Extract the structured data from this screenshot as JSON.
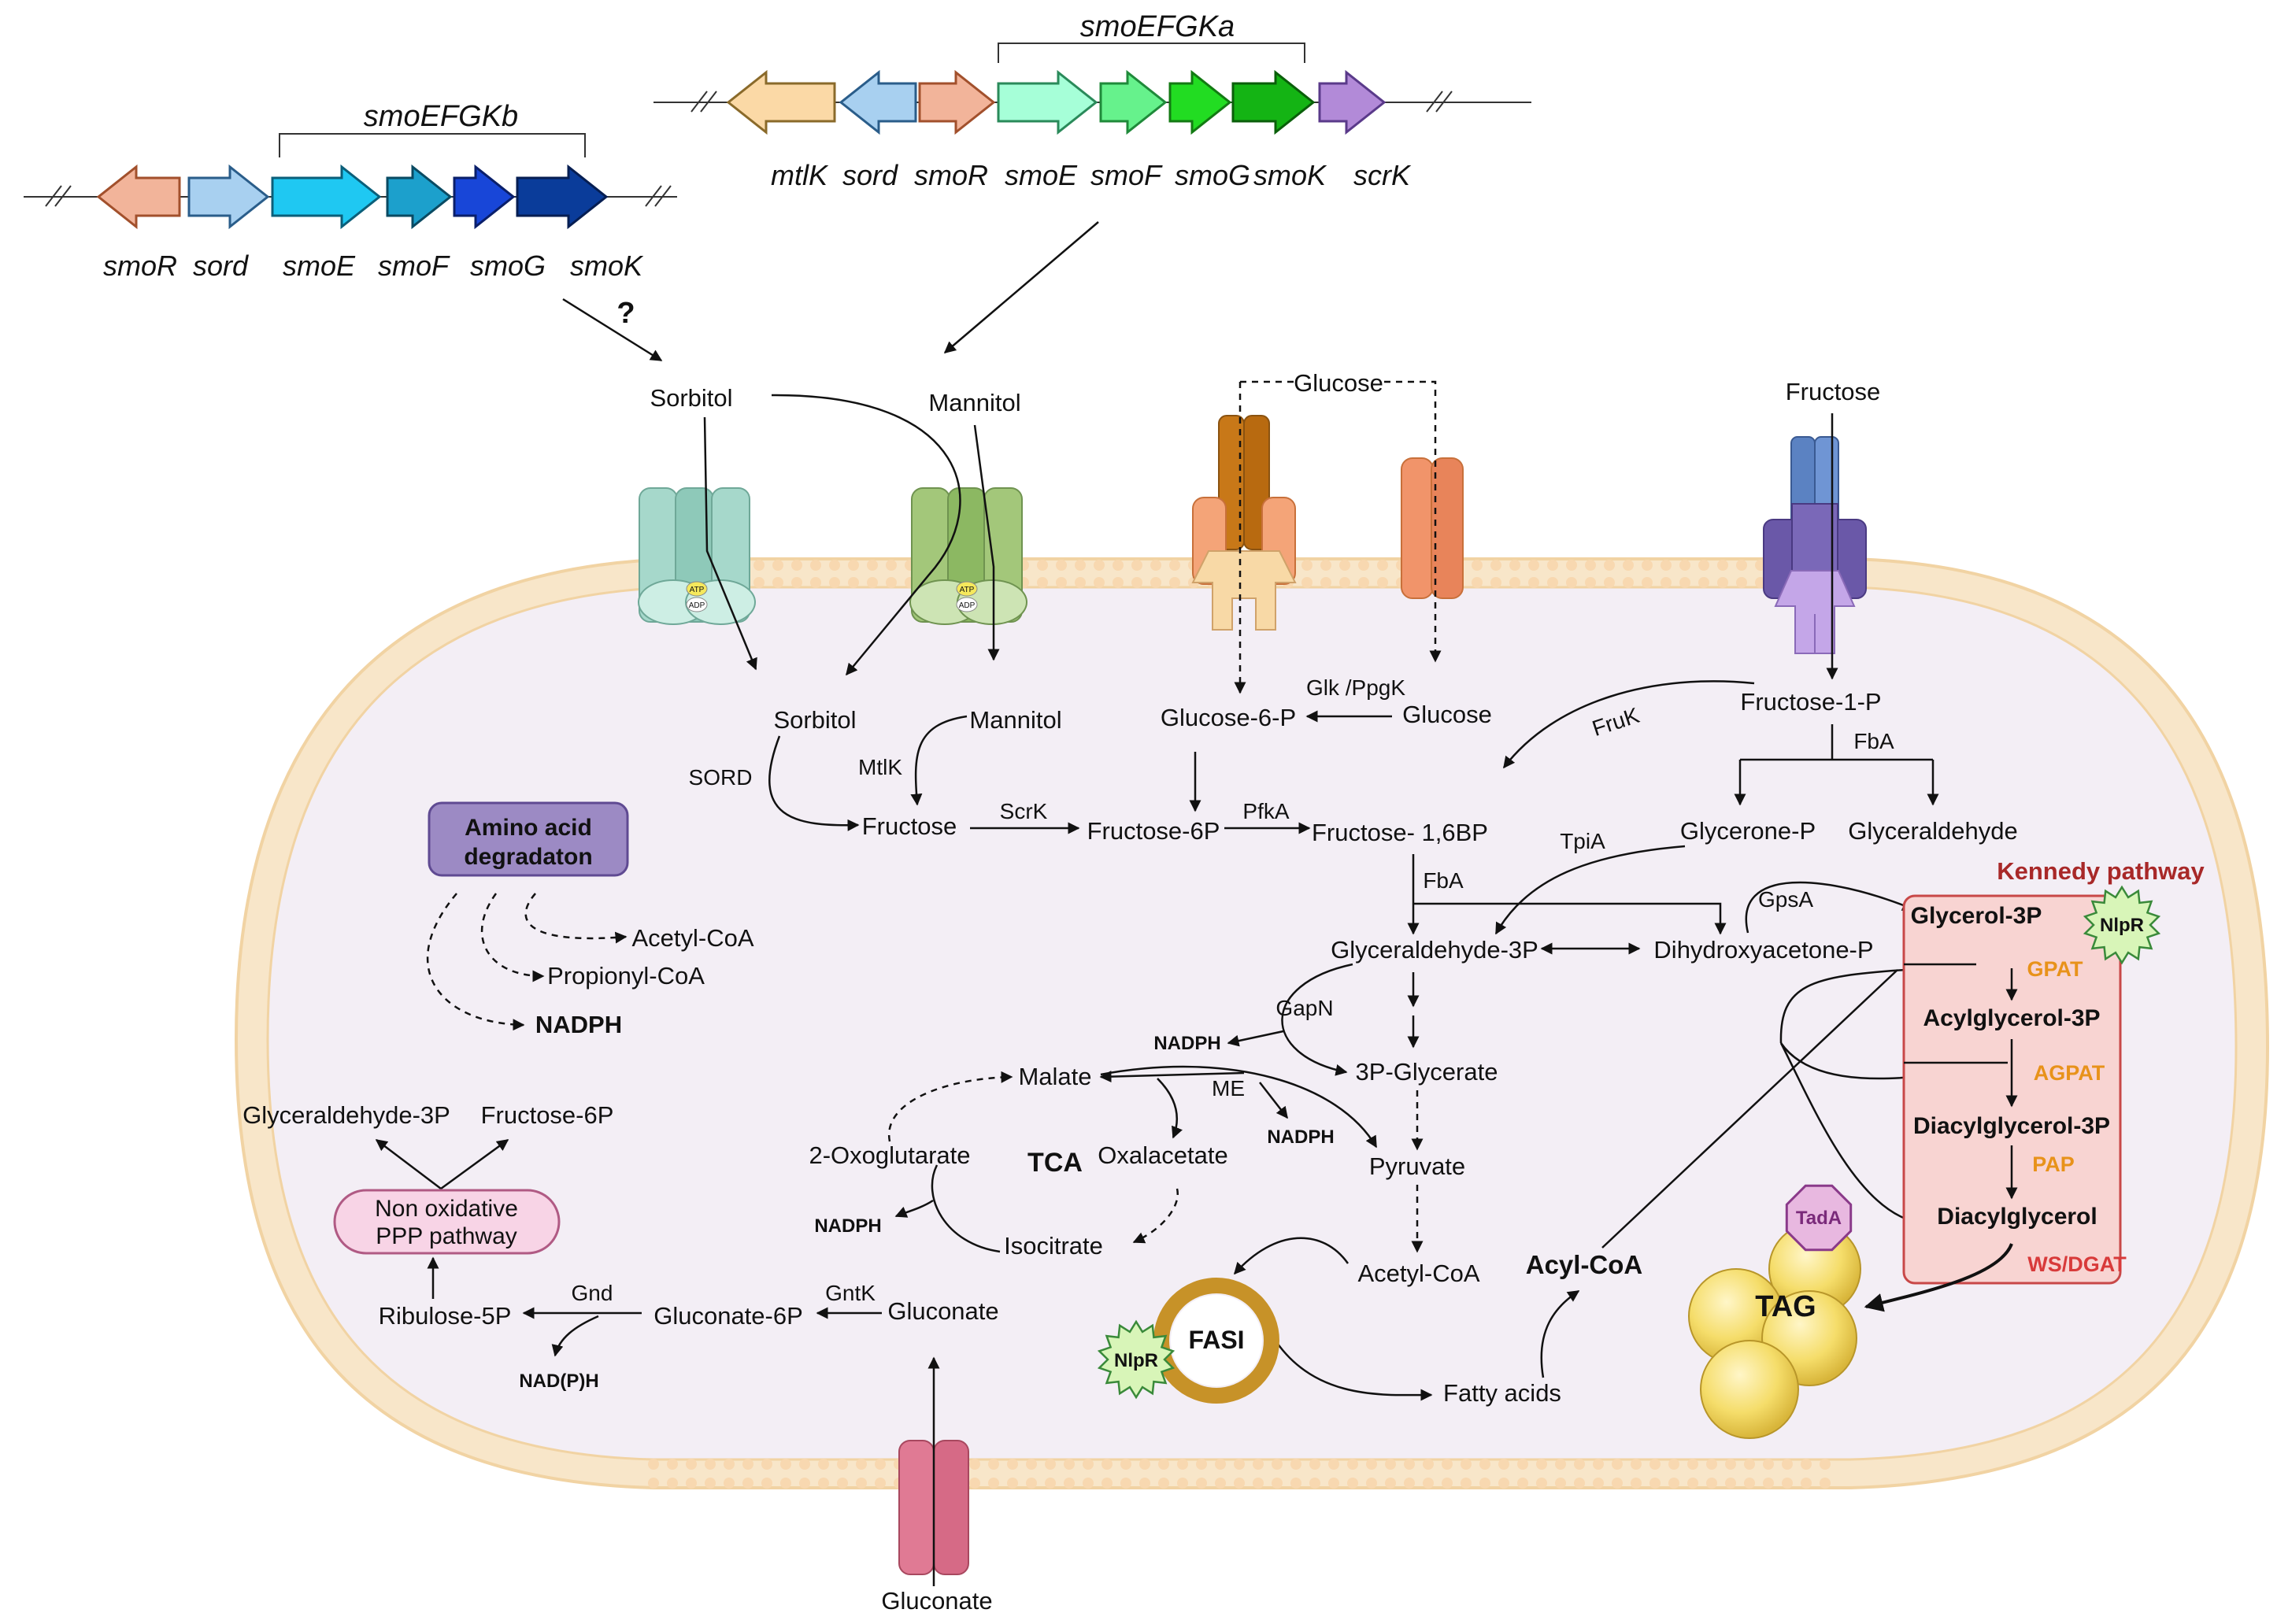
{
  "operon_b": {
    "bracket_label": "smoEFGKb",
    "question": "?",
    "genes": [
      {
        "label": "smoR",
        "color": "#f2b49a",
        "stroke": "#a2502c"
      },
      {
        "label": "sord",
        "color": "#a8d0f0",
        "stroke": "#2a5d8a"
      },
      {
        "label": "smoE",
        "color": "#1fc8f2",
        "stroke": "#0b5f7a"
      },
      {
        "label": "smoF",
        "color": "#1ca0cc",
        "stroke": "#0a4a62"
      },
      {
        "label": "smoG",
        "color": "#1846d8",
        "stroke": "#0a1f6a"
      },
      {
        "label": "smoK",
        "color": "#0a3c9a",
        "stroke": "#061e52"
      }
    ]
  },
  "operon_a": {
    "bracket_label": "smoEFGKa",
    "genes": [
      {
        "label": "mtlK",
        "color": "#fbd9a6",
        "stroke": "#8a6a2a"
      },
      {
        "label": "sord",
        "color": "#a8d0f0",
        "stroke": "#2a5d8a"
      },
      {
        "label": "smoR",
        "color": "#f2b49a",
        "stroke": "#a2502c"
      },
      {
        "label": "smoE",
        "color": "#a6ffd8",
        "stroke": "#2a8a5a"
      },
      {
        "label": "smoF",
        "color": "#66f28c",
        "stroke": "#1f8a3a"
      },
      {
        "label": "smoG",
        "color": "#22dc22",
        "stroke": "#137a13"
      },
      {
        "label": "smoK",
        "color": "#14b414",
        "stroke": "#0a5f0a"
      },
      {
        "label": "scrK",
        "color": "#b28ad8",
        "stroke": "#5a3a8a"
      }
    ]
  },
  "outside": {
    "sorbitol": "Sorbitol",
    "mannitol": "Mannitol",
    "glucose": "Glucose",
    "fructose": "Fructose",
    "gluconate": "Gluconate"
  },
  "transporter_labels": {
    "atp": "ATP",
    "adp": "ADP"
  },
  "metabolites": {
    "sorbitol": "Sorbitol",
    "mannitol": "Mannitol",
    "fructose": "Fructose",
    "glucose": "Glucose",
    "glucose6p": "Glucose-6-P",
    "fructose6p": "Fructose-6P",
    "fructose16bp": "Fructose- 1,6BP",
    "fructose1p": "Fructose-1-P",
    "glycerone_p": "Glycerone-P",
    "glyceraldehyde": "Glyceraldehyde",
    "glyceraldehyde3p": "Glyceraldehyde-3P",
    "dhap": "Dihydroxyacetone-P",
    "glycerate3p": "3P-Glycerate",
    "pyruvate": "Pyruvate",
    "acetylcoa_main": "Acetyl-CoA",
    "malate": "Malate",
    "oxoglutarate": "2-Oxoglutarate",
    "tca": "TCA",
    "oxalacetate": "Oxalacetate",
    "isocitrate": "Isocitrate",
    "acylcoa": "Acyl-CoA",
    "fattyacids": "Fatty acids",
    "gluconate": "Gluconate",
    "gluconate6p": "Gluconate-6P",
    "ribulose5p": "Ribulose-5P",
    "ppp_g3p": "Glyceraldehyde-3P",
    "ppp_f6p": "Fructose-6P",
    "aa_acetylcoa": "Acetyl-CoA",
    "aa_propionylcoa": "Propionyl-CoA",
    "aa_nadph": "NADPH",
    "nadph_gapn": "NADPH",
    "nadph_me": "NADPH",
    "nadph_tca": "NADPH",
    "nadph_gnd": "NAD(P)H"
  },
  "enzymes": {
    "sord": "SORD",
    "mtlk": "MtlK",
    "scrk": "ScrK",
    "pfka": "PfkA",
    "glk": "Glk /PpgK",
    "fruk": "FruK",
    "fba_top": "FbA",
    "fba_mid": "FbA",
    "tpia": "TpiA",
    "gpsa": "GpsA",
    "gapn": "GapN",
    "me": "ME",
    "gntk": "GntK",
    "gnd": "Gnd"
  },
  "boxes": {
    "amino_line1": "Amino acid",
    "amino_line2": "degradaton",
    "ppp_line1": "Non oxidative",
    "ppp_line2": "PPP pathway",
    "fasi": "FASI",
    "nlpr_fasi": "NlpR"
  },
  "kennedy": {
    "title": "Kennedy pathway",
    "nlpr": "NlpR",
    "tada": "TadA",
    "tag": "TAG",
    "steps": [
      "Glycerol-3P",
      "Acylglycerol-3P",
      "Diacylglycerol-3P",
      "Diacylglycerol"
    ],
    "enzymes": [
      "GPAT",
      "AGPAT",
      "PAP"
    ],
    "wsdgat": "WS/DGAT"
  }
}
